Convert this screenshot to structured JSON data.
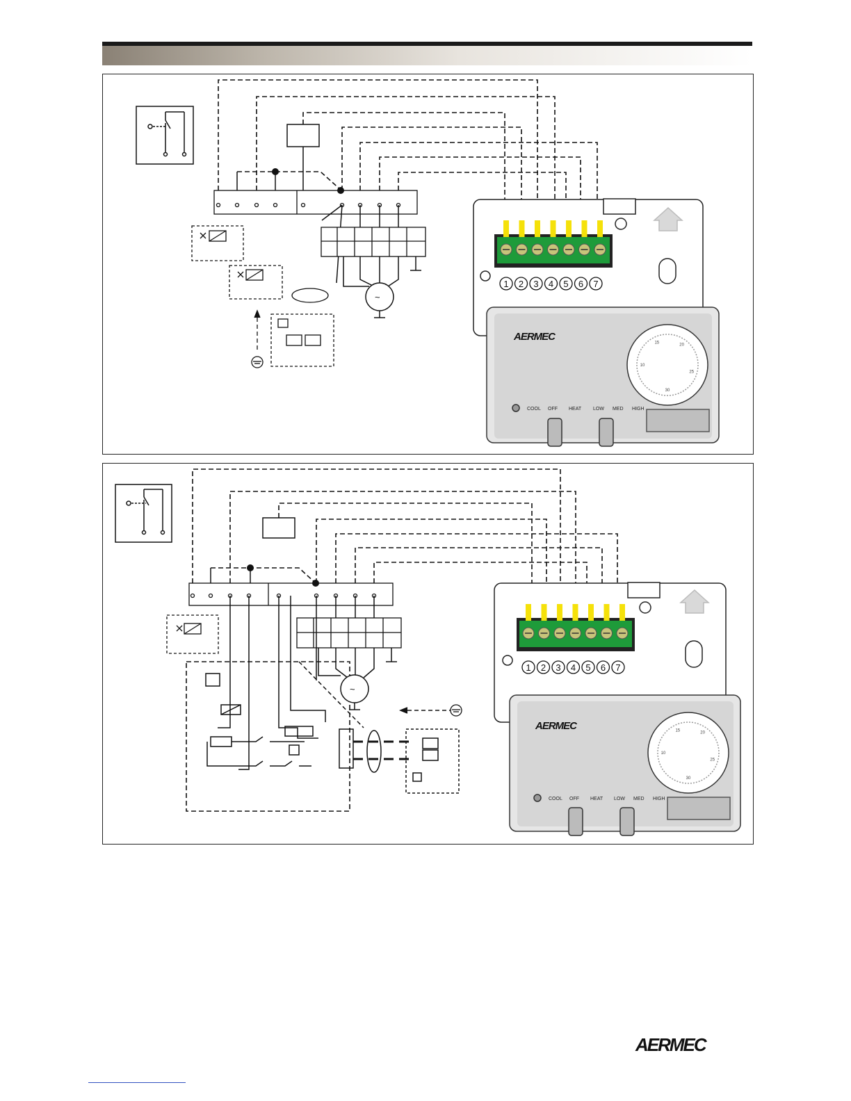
{
  "brand": "AERMEC",
  "terminal_numbers": [
    "1",
    "2",
    "3",
    "4",
    "5",
    "6",
    "7"
  ],
  "controls": {
    "mode_labels": [
      "COOL",
      "OFF",
      "HEAT"
    ],
    "speed_labels": [
      "LOW",
      "MED",
      "HIGH"
    ],
    "dial_labels": [
      "10",
      "15",
      "20",
      "25",
      "30"
    ]
  },
  "footer": {
    "brand": "AERMEC"
  },
  "colors": {
    "terminal_green": "#1e9b3a",
    "terminal_yellow": "#f5e10a",
    "frame": "#222222"
  }
}
